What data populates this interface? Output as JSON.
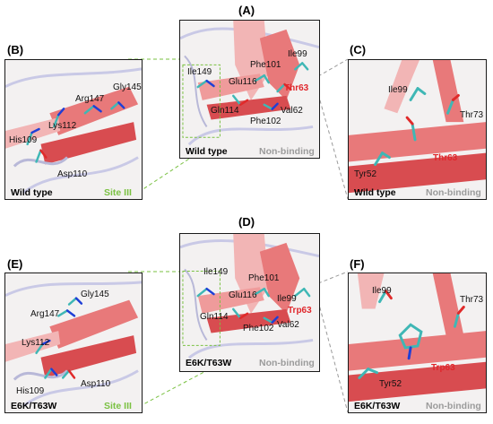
{
  "panels": {
    "A": {
      "letter": "(A)",
      "residues": [
        "Ile149",
        "Phe101",
        "Ile99",
        "Glu116",
        "Thr63",
        "Gln114",
        "Phe102",
        "Val62"
      ],
      "condition": "Wild type",
      "tag": "Non-binding"
    },
    "B": {
      "letter": "(B)",
      "residues": [
        "Gly145",
        "Arg147",
        "Lys112",
        "His109",
        "Asp110"
      ],
      "condition": "Wild type",
      "tag": "Site III"
    },
    "C": {
      "letter": "(C)",
      "residues": [
        "Ile99",
        "Thr73",
        "Thr63",
        "Tyr52"
      ],
      "condition": "Wild type",
      "tag": "Non-binding"
    },
    "D": {
      "letter": "(D)",
      "residues": [
        "Ile149",
        "Phe101",
        "Glu116",
        "Ile99",
        "Trp63",
        "Gln114",
        "Phe102",
        "Val62"
      ],
      "condition": "E6K/T63W",
      "tag": "Non-binding"
    },
    "E": {
      "letter": "(E)",
      "residues": [
        "Gly145",
        "Arg147",
        "Lys112",
        "His109",
        "Asp110"
      ],
      "condition": "E6K/T63W",
      "tag": "Site III"
    },
    "F": {
      "letter": "(F)",
      "residues": [
        "Ile99",
        "Thr73",
        "Trp63",
        "Tyr52"
      ],
      "condition": "E6K/T63W",
      "tag": "Non-binding"
    }
  },
  "colors": {
    "ribbon": "#e8797a",
    "ribbon_dark": "#d84c50",
    "coil": "#c9c9e6",
    "carbon": "#3fb7b5",
    "oxygen": "#e02a2a",
    "nitrogen": "#1f3fd6",
    "mutant_label": "#e0262b",
    "site_label": "#7ac142",
    "nonbinding_label": "#9b9b9b"
  }
}
